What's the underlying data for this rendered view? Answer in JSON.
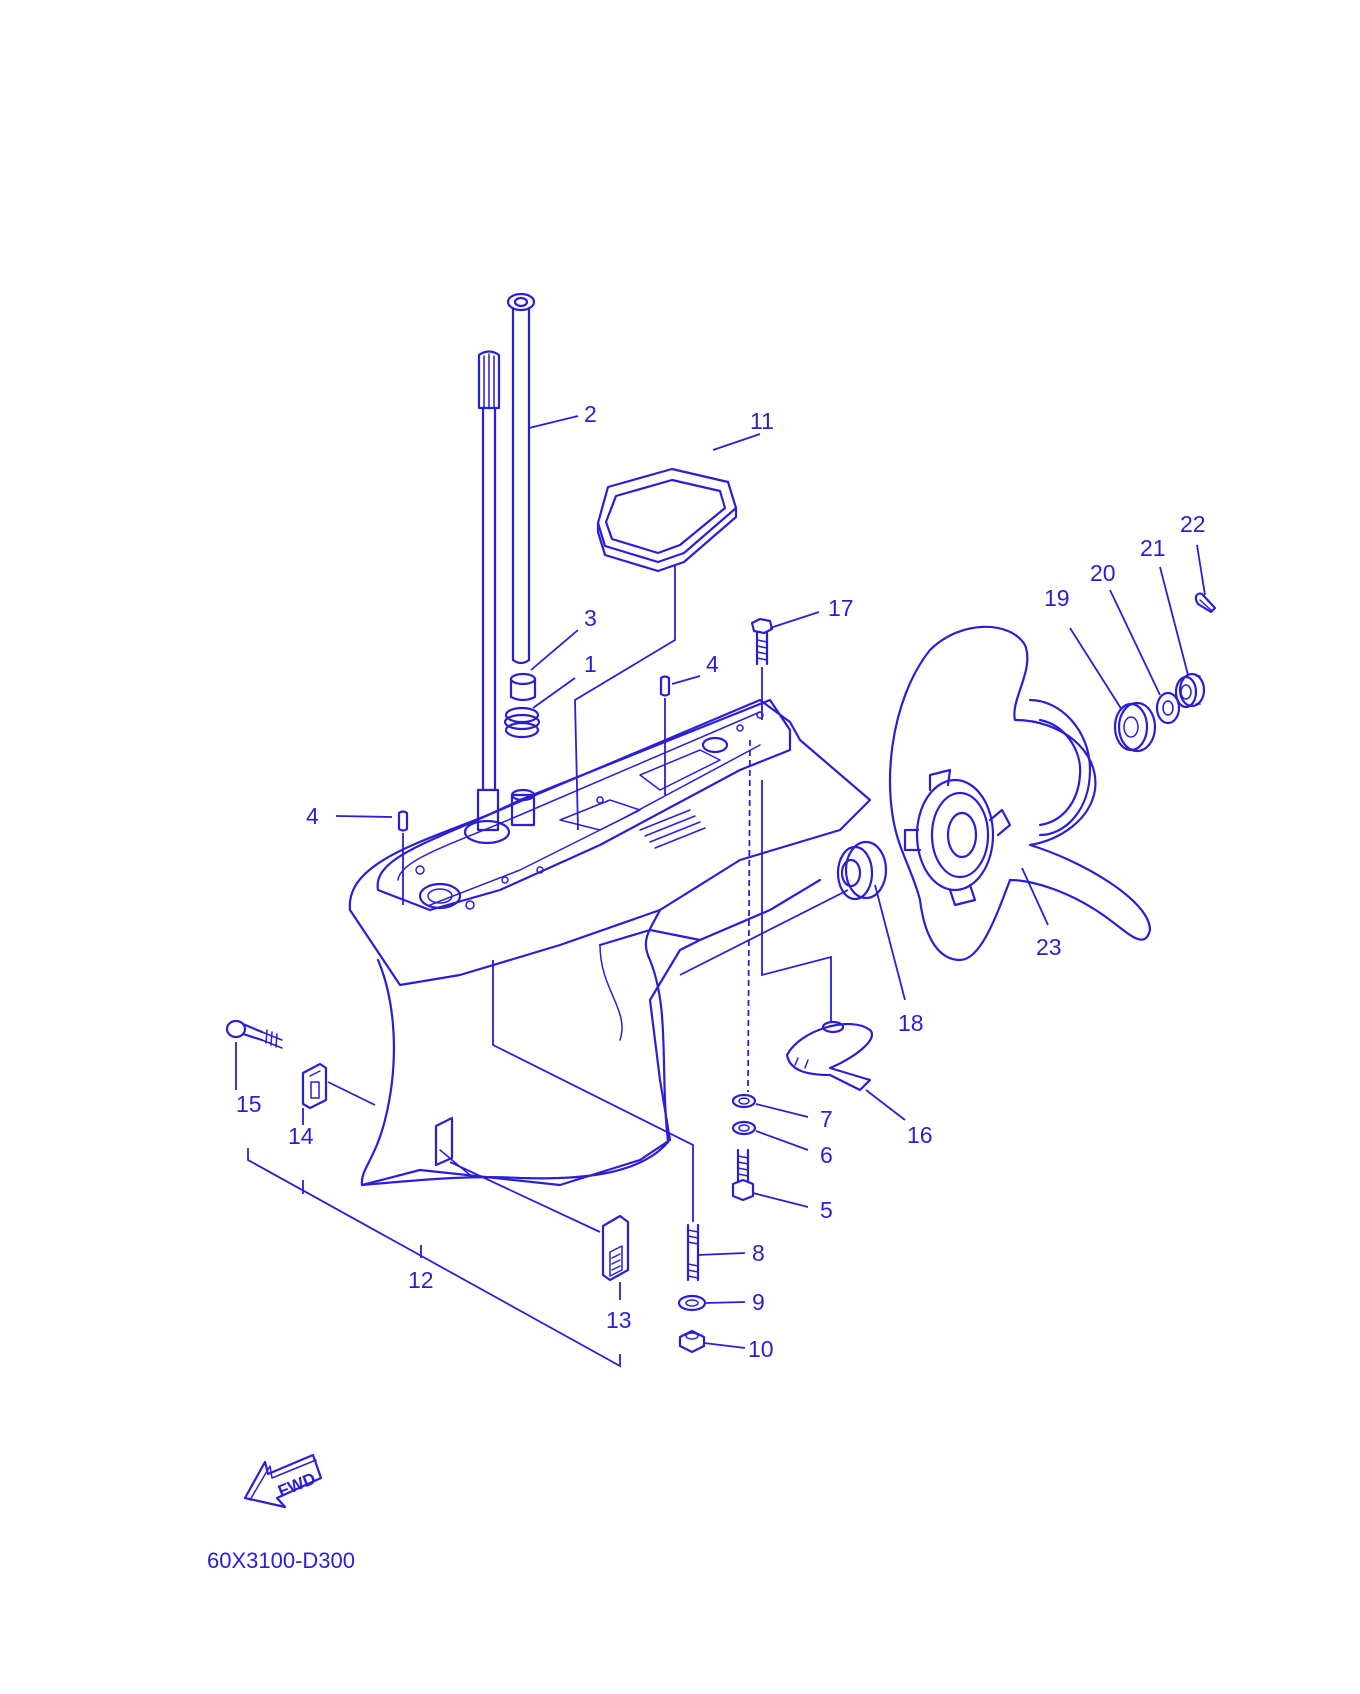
{
  "diagram_code": "60X3100-D300",
  "fwd_label": "FWD",
  "callouts": [
    "1",
    "2",
    "3",
    "4",
    "4",
    "5",
    "6",
    "7",
    "8",
    "9",
    "10",
    "11",
    "12",
    "13",
    "14",
    "15",
    "16",
    "17",
    "18",
    "19",
    "20",
    "21",
    "22",
    "23"
  ],
  "colors": {
    "line": "#2a1fd6",
    "background": "#ffffff"
  }
}
